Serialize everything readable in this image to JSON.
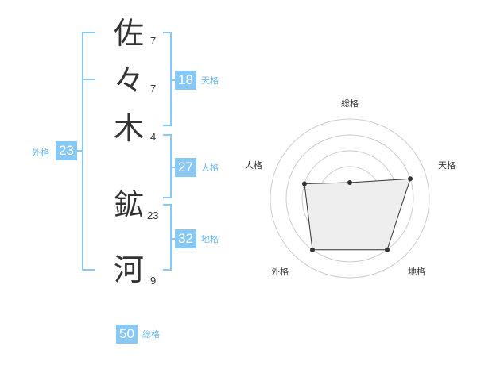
{
  "name": {
    "chars": [
      "佐",
      "々",
      "木",
      "鉱",
      "河"
    ],
    "strokes": [
      "7",
      "7",
      "4",
      "23",
      "9"
    ]
  },
  "scores": {
    "tenkaku": {
      "value": "18",
      "label": "天格"
    },
    "jinkaku": {
      "value": "27",
      "label": "人格"
    },
    "chikaku": {
      "value": "32",
      "label": "地格"
    },
    "gaikaku": {
      "value": "23",
      "label": "外格"
    },
    "soukaku": {
      "value": "50",
      "label": "総格"
    }
  },
  "radar": {
    "axes": [
      "総格",
      "天格",
      "地格",
      "外格",
      "人格"
    ],
    "levels": [
      0.2,
      0.8,
      0.8,
      0.8,
      0.6
    ],
    "colors": {
      "fill": "#eeeeee",
      "line": "#333333",
      "grid": "#cccccc",
      "center": "#bbbbbb"
    }
  },
  "colors": {
    "accent": "#87c8f4",
    "accent_text": "#6cb9ee",
    "bracket": "#87c8f4"
  }
}
